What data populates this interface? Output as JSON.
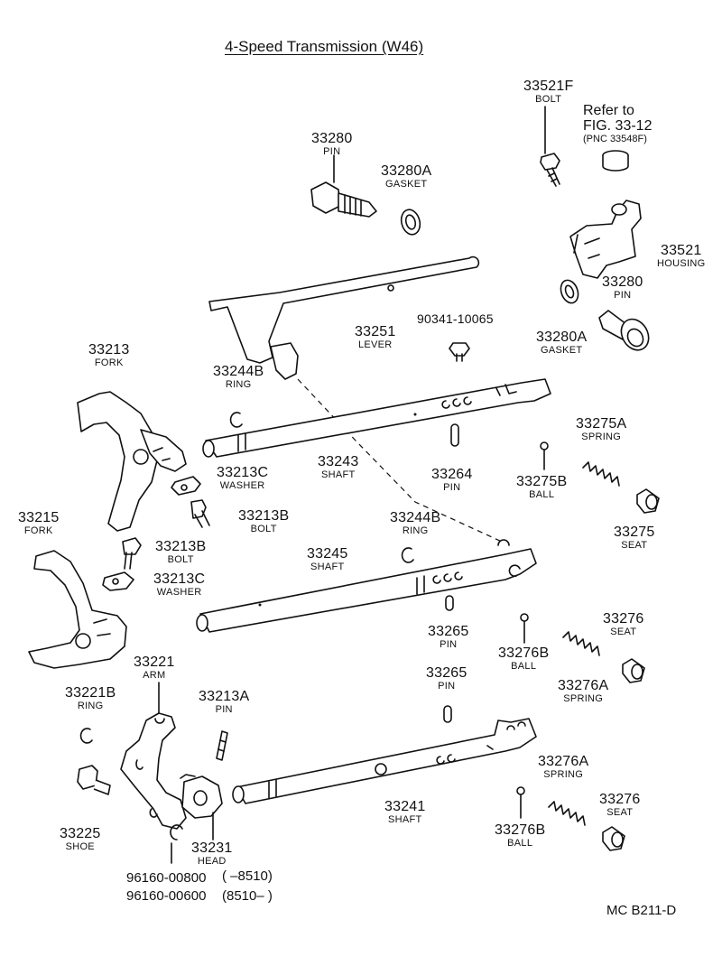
{
  "title": "4-Speed Transmission (W46)",
  "reference": {
    "line1": "Refer to",
    "line2": "FIG. 33-12",
    "line3": "(PNC 33548F)"
  },
  "parts": [
    {
      "id": "p01",
      "number": "33521F",
      "name": "BOLT"
    },
    {
      "id": "p02",
      "number": "33280",
      "name": "PIN"
    },
    {
      "id": "p03",
      "number": "33280A",
      "name": "GASKET"
    },
    {
      "id": "p04",
      "number": "33521",
      "name": "HOUSING"
    },
    {
      "id": "p05",
      "number": "33280",
      "name": "PIN"
    },
    {
      "id": "p06",
      "number": "33280A",
      "name": "GASKET"
    },
    {
      "id": "p07",
      "number": "90341-10065",
      "name": ""
    },
    {
      "id": "p08",
      "number": "33251",
      "name": "LEVER"
    },
    {
      "id": "p09",
      "number": "33213",
      "name": "FORK"
    },
    {
      "id": "p10",
      "number": "33244B",
      "name": "RING"
    },
    {
      "id": "p11",
      "number": "33213C",
      "name": "WASHER"
    },
    {
      "id": "p12",
      "number": "33243",
      "name": "SHAFT"
    },
    {
      "id": "p13",
      "number": "33264",
      "name": "PIN"
    },
    {
      "id": "p14",
      "number": "33275B",
      "name": "BALL"
    },
    {
      "id": "p15",
      "number": "33275A",
      "name": "SPRING"
    },
    {
      "id": "p16",
      "number": "33213B",
      "name": "BOLT"
    },
    {
      "id": "p17",
      "number": "33275",
      "name": "SEAT"
    },
    {
      "id": "p18",
      "number": "33215",
      "name": "FORK"
    },
    {
      "id": "p19",
      "number": "33244B",
      "name": "RING"
    },
    {
      "id": "p20",
      "number": "33213B",
      "name": "BOLT"
    },
    {
      "id": "p21",
      "number": "33245",
      "name": "SHAFT"
    },
    {
      "id": "p22",
      "number": "33213C",
      "name": "WASHER"
    },
    {
      "id": "p23",
      "number": "33276",
      "name": "SEAT"
    },
    {
      "id": "p24",
      "number": "33265",
      "name": "PIN"
    },
    {
      "id": "p25",
      "number": "33276B",
      "name": "BALL"
    },
    {
      "id": "p26",
      "number": "33221",
      "name": "ARM"
    },
    {
      "id": "p27",
      "number": "33276A",
      "name": "SPRING"
    },
    {
      "id": "p28",
      "number": "33221B",
      "name": "RING"
    },
    {
      "id": "p29",
      "number": "33213A",
      "name": "PIN"
    },
    {
      "id": "p30",
      "number": "33265",
      "name": "PIN"
    },
    {
      "id": "p31",
      "number": "33276A",
      "name": "SPRING"
    },
    {
      "id": "p32",
      "number": "33276",
      "name": "SEAT"
    },
    {
      "id": "p33",
      "number": "33241",
      "name": "SHAFT"
    },
    {
      "id": "p34",
      "number": "33225",
      "name": "SHOE"
    },
    {
      "id": "p35",
      "number": "33276B",
      "name": "BALL"
    },
    {
      "id": "p36",
      "number": "33231",
      "name": "HEAD"
    }
  ],
  "part_numbers_with_dates": [
    {
      "number": "96160-00800",
      "range": "(       –8510)"
    },
    {
      "number": "96160-00600",
      "range": "(8510–        )"
    }
  ],
  "figure_code": "MC  B211-D"
}
